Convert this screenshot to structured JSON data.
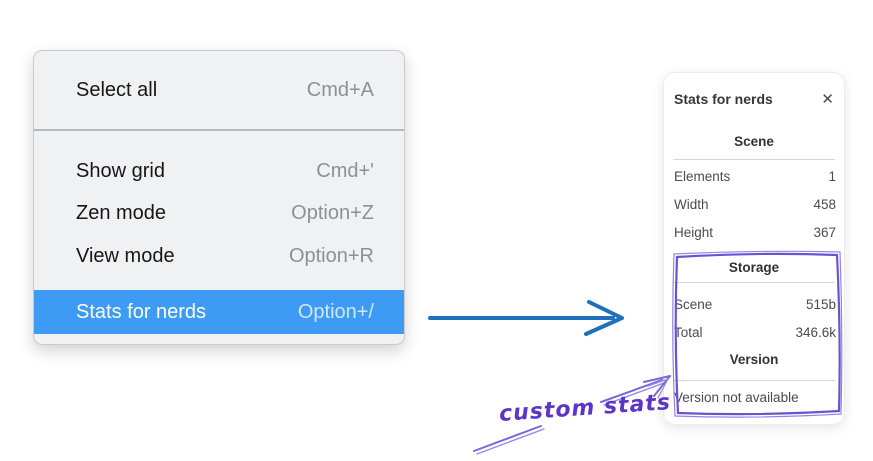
{
  "colors": {
    "menu_background": "#f0f1f3",
    "menu_highlight": "#3e9bf4",
    "menu_shortcut_gray": "#8d9095",
    "arrow_blue": "#1e6fbd",
    "annotation_purple": "#5b34c9",
    "sketch_purple": "#7b66db"
  },
  "menu": {
    "items": [
      {
        "label": "Select all",
        "shortcut": "Cmd+A"
      },
      {
        "label": "Show grid",
        "shortcut": "Cmd+'"
      },
      {
        "label": "Zen mode",
        "shortcut": "Option+Z"
      },
      {
        "label": "View mode",
        "shortcut": "Option+R"
      },
      {
        "label": "Stats for nerds",
        "shortcut": "Option+/",
        "highlighted": true
      }
    ]
  },
  "stats_panel": {
    "title": "Stats for nerds",
    "close_icon": "✕",
    "scene": {
      "title": "Scene",
      "rows": [
        {
          "label": "Elements",
          "value": "1"
        },
        {
          "label": "Width",
          "value": "458"
        },
        {
          "label": "Height",
          "value": "367"
        }
      ]
    },
    "storage": {
      "title": "Storage",
      "rows": [
        {
          "label": "Scene",
          "value": "515b"
        },
        {
          "label": "Total",
          "value": "346.6k"
        }
      ]
    },
    "version": {
      "title": "Version",
      "message": "Version not available"
    }
  },
  "annotation": {
    "label": "custom stats"
  }
}
